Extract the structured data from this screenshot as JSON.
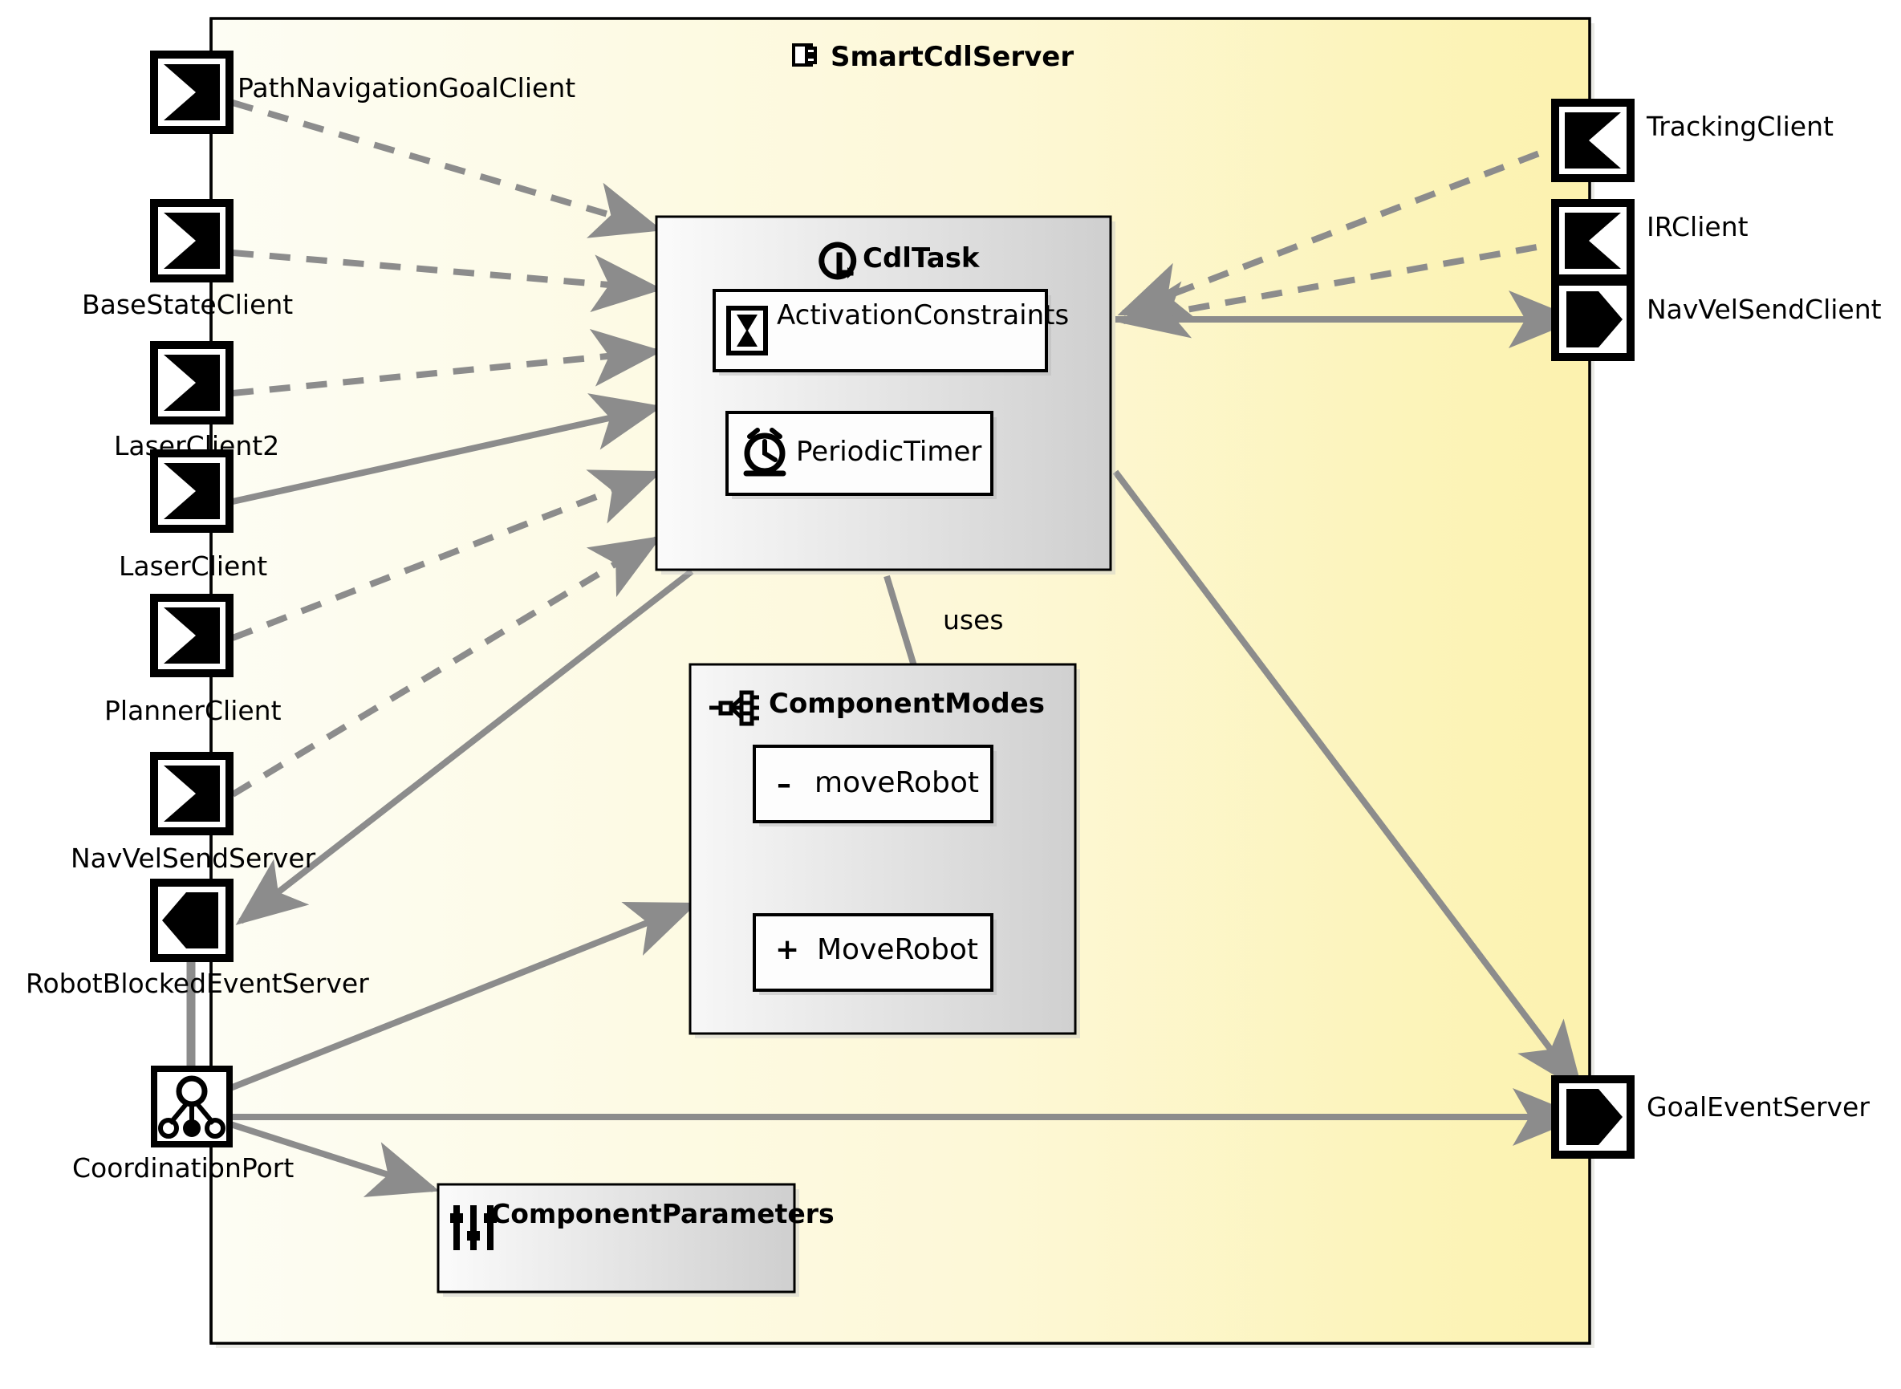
{
  "diagram": {
    "type": "uml-component-diagram",
    "component_title": "SmartCdlServer",
    "component_icon": "component-icon",
    "background_gradient": {
      "from": "#fdfdf4",
      "to": "#fcf2ae"
    },
    "border_color": "#000000",
    "connector_color": "#8c8c8c"
  },
  "task": {
    "title": "CdlTask",
    "icon": "task-cycle-icon",
    "items": [
      {
        "label": "ActivationConstraints",
        "icon": "hourglass-icon"
      },
      {
        "label": "PeriodicTimer",
        "icon": "alarm-clock-icon"
      }
    ]
  },
  "modes": {
    "title": "ComponentModes",
    "icon": "modes-tree-icon",
    "items": [
      {
        "prefix": "–",
        "label": "moveRobot",
        "visibility": "private"
      },
      {
        "prefix": "+",
        "label": "MoveRobot",
        "visibility": "public"
      }
    ]
  },
  "parameters": {
    "title": "ComponentParameters",
    "title_line1": "ComponentParameter",
    "title_line2": "s",
    "icon": "sliders-icon"
  },
  "edges": {
    "uses_label": "uses"
  },
  "ports": {
    "left": [
      {
        "label": "PathNavigationGoalClient",
        "icon": "required-port-right-icon"
      },
      {
        "label": "BaseStateClient",
        "icon": "required-port-right-icon"
      },
      {
        "label": "LaserClient2",
        "icon": "required-port-right-icon"
      },
      {
        "label": "LaserClient",
        "icon": "required-port-right-icon"
      },
      {
        "label": "PlannerClient",
        "icon": "required-port-right-icon"
      },
      {
        "label": "NavVelSendServer",
        "icon": "required-port-right-icon"
      },
      {
        "label": "RobotBlockedEventServer",
        "icon": "provided-port-left-icon"
      },
      {
        "label": "CoordinationPort",
        "icon": "coordination-tree-icon"
      }
    ],
    "right": [
      {
        "label": "TrackingClient",
        "icon": "required-port-left-icon"
      },
      {
        "label": "IRClient",
        "icon": "required-port-left-icon"
      },
      {
        "label": "NavVelSendClient",
        "icon": "provided-port-right-icon"
      },
      {
        "label": "GoalEventServer",
        "icon": "provided-port-right-icon"
      }
    ]
  }
}
